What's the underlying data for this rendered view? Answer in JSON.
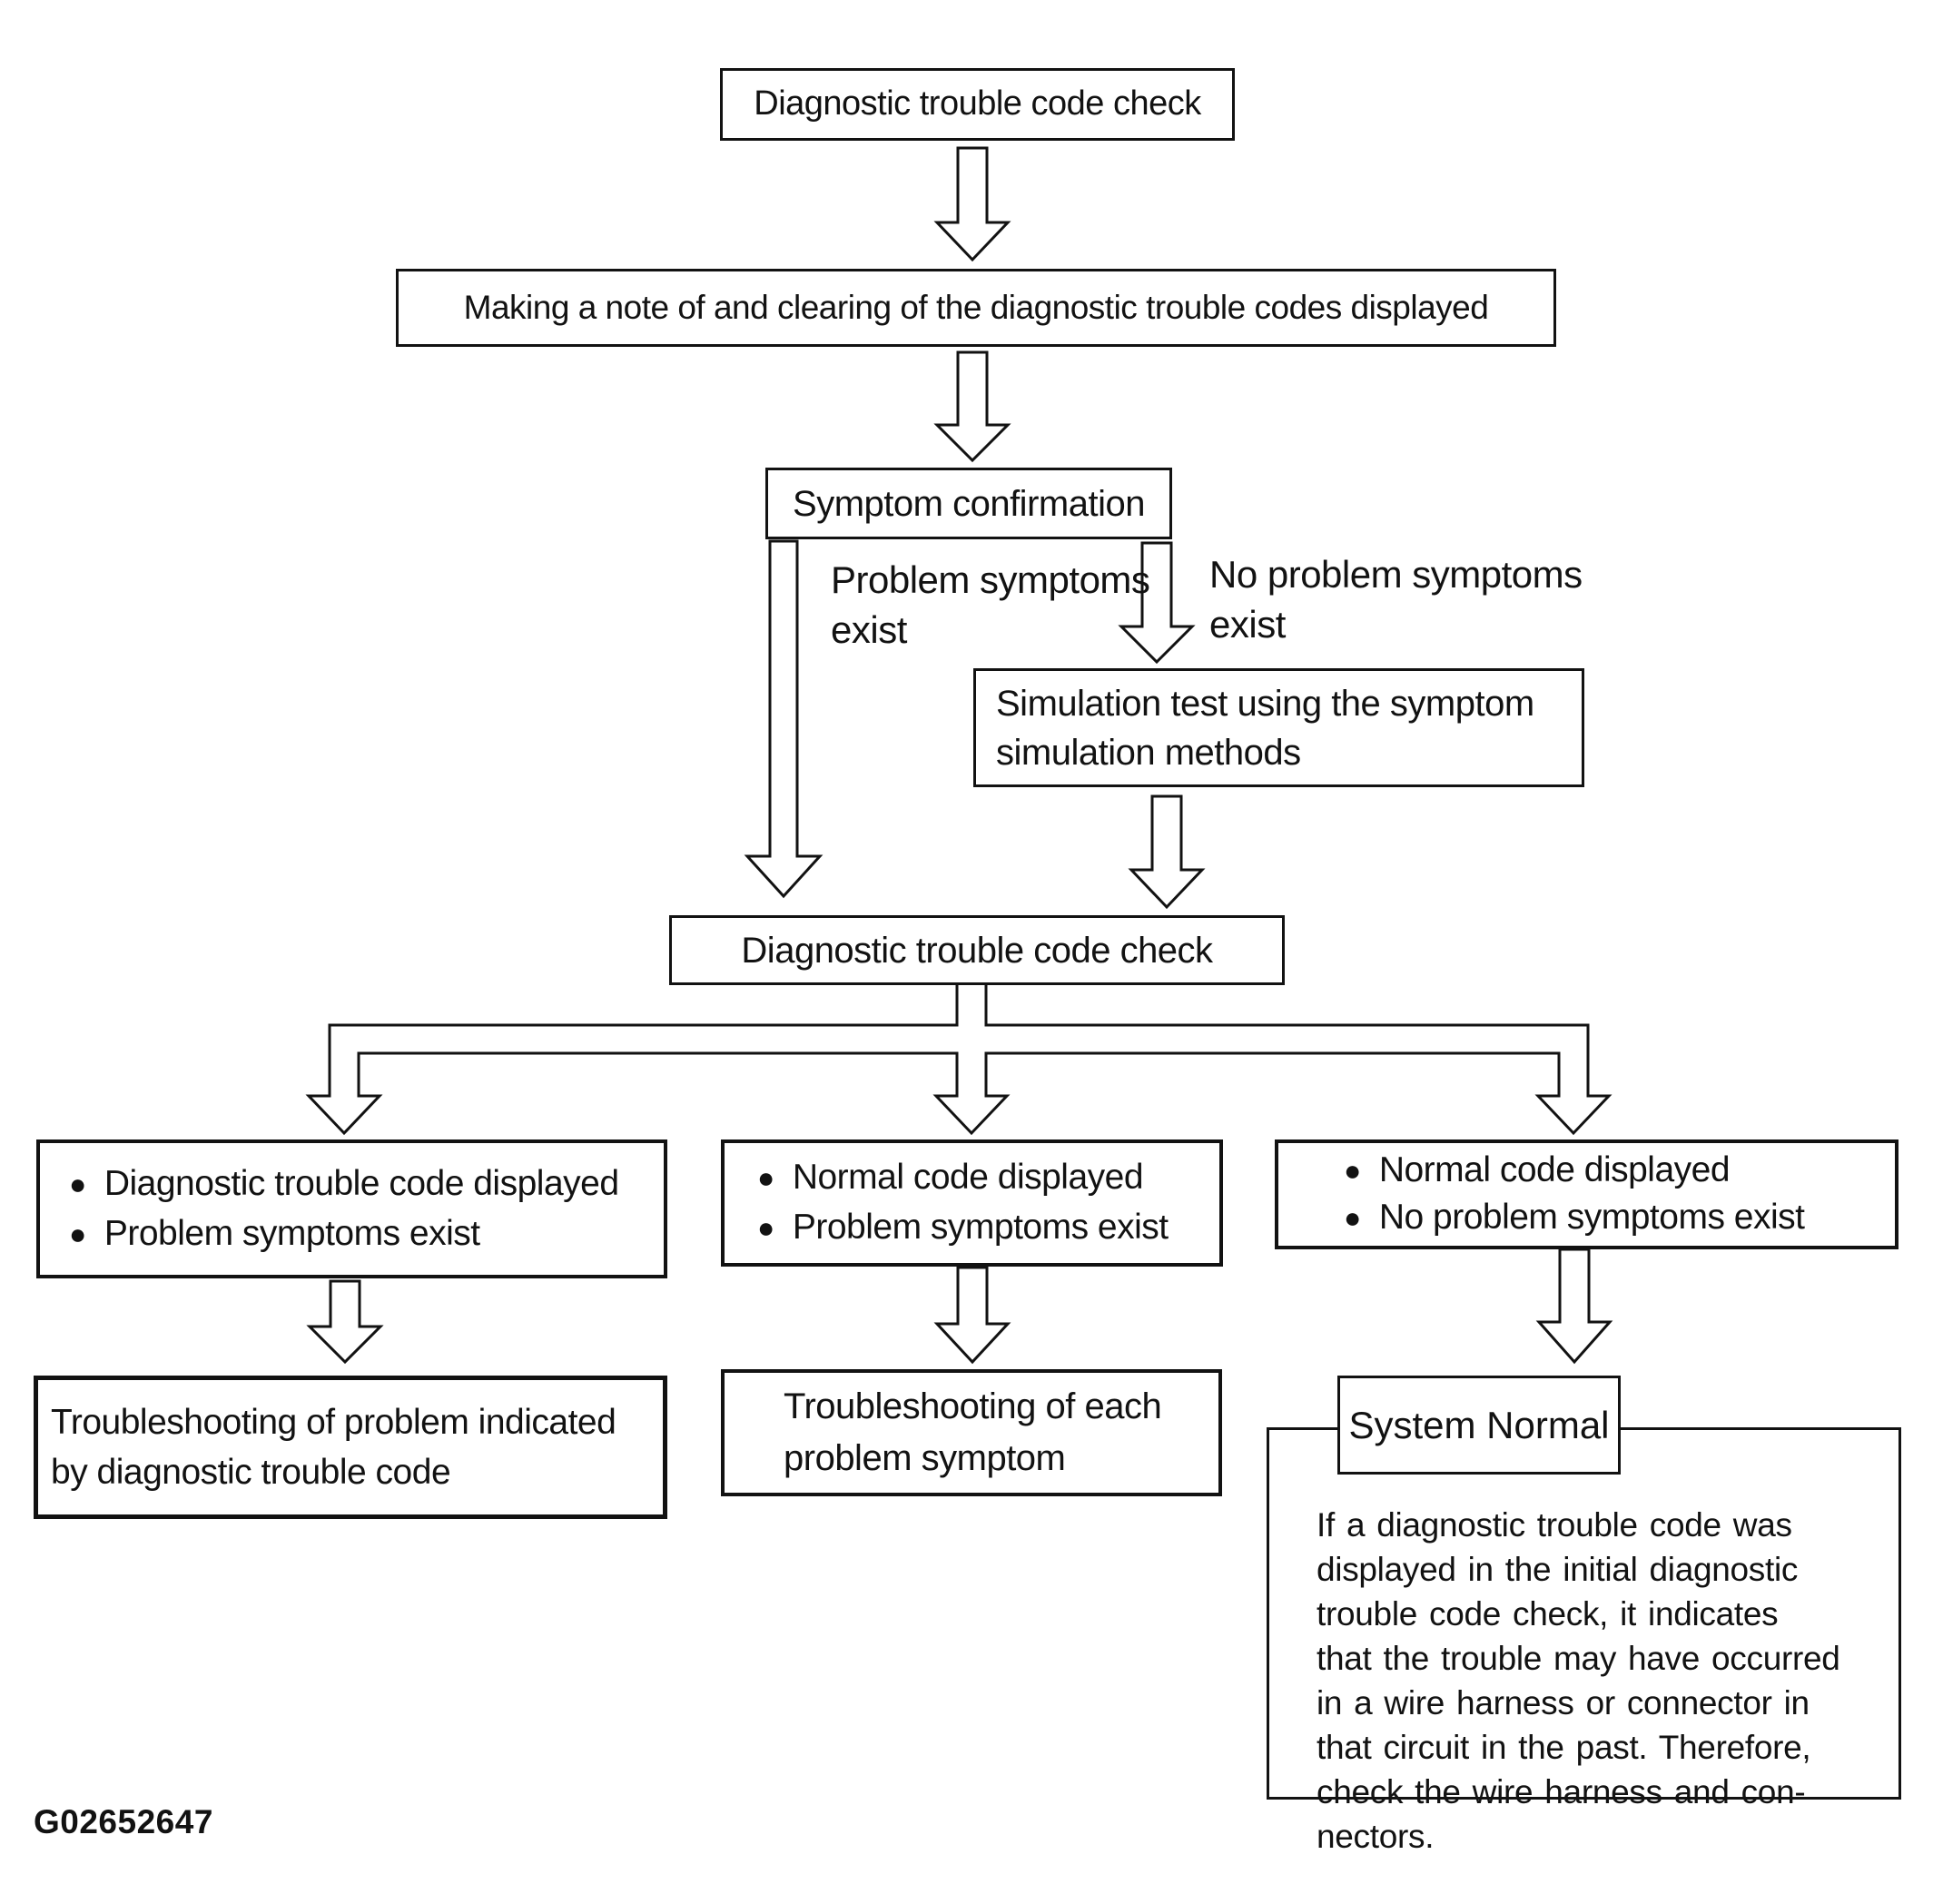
{
  "colors": {
    "ink": "#121212",
    "background": "#ffffff"
  },
  "flow": {
    "box1": "Diagnostic trouble code check",
    "box2": "Making a note of and clearing of the diagnostic trouble codes displayed",
    "box3": "Symptom confirmation",
    "branch_left_label": "Problem symptoms\nexist",
    "branch_right_label": "No problem symptoms\nexist",
    "box4": "Simulation test using the symptom\nsimulation methods",
    "box5": "Diagnostic trouble code check",
    "result_boxes": [
      {
        "items": [
          "Diagnostic trouble code displayed",
          "Problem symptoms exist"
        ]
      },
      {
        "items": [
          "Normal code displayed",
          "Problem symptoms exist"
        ]
      },
      {
        "items": [
          "Normal code displayed",
          "No problem symptoms exist"
        ]
      }
    ],
    "outcome_left": "Troubleshooting of problem indicated\nby diagnostic trouble code",
    "outcome_middle": "Troubleshooting of each\nproblem symptom",
    "outcome_right_title": "System Normal",
    "outcome_right_body": "If a diagnostic trouble code was\ndisplayed in the initial diagnostic\ntrouble code check, it indicates\nthat the trouble may have occurred\nin a wire harness or connector in\nthat circuit in the past. Therefore,\ncheck the wire harness and con-\nnectors."
  },
  "figure_code": "G02652647"
}
